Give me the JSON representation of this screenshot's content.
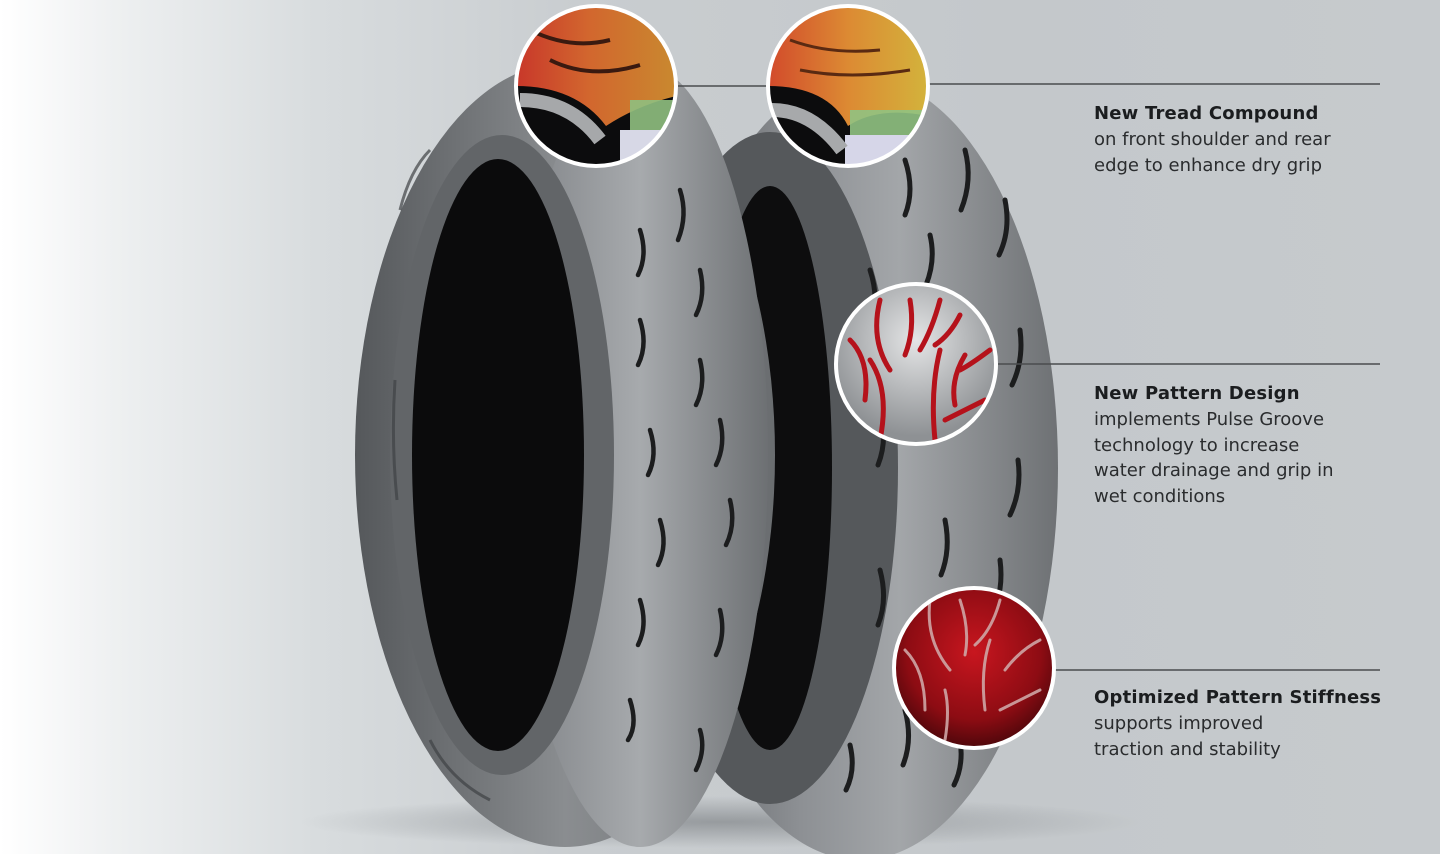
{
  "features": [
    {
      "title": "New Tread Compound",
      "description": "on front shoulder and rear\nedge to enhance dry grip"
    },
    {
      "title": "New Pattern Design",
      "description": "implements Pulse Groove\ntechnology to increase\nwater drainage and grip in\nwet conditions"
    },
    {
      "title": "Optimized Pattern Stiffness",
      "description": "supports improved\ntraction and stability"
    }
  ],
  "icons": [
    "tread-compound-detail-icon",
    "pattern-design-detail-icon",
    "pattern-stiffness-detail-icon"
  ],
  "colors": {
    "leader_line": "#4a4c4e",
    "compound_orange": "#d9622b",
    "compound_yellow": "#d9b43a",
    "groove_red": "#b5121b"
  }
}
